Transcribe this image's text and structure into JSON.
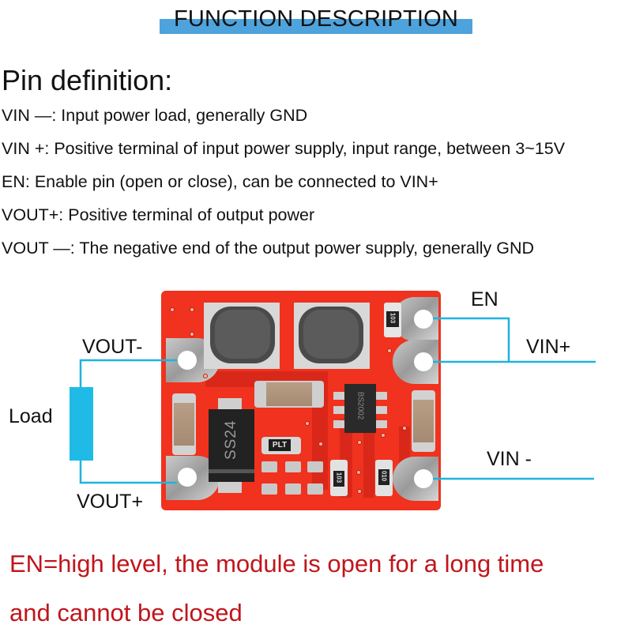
{
  "header": {
    "title": "FUNCTION DESCRIPTION",
    "accent_color": "#4ea3dc"
  },
  "pin_definition": {
    "heading": "Pin definition:",
    "items": [
      "VIN —: Input power load, generally GND",
      "VIN +: Positive terminal of input power supply, input range, between 3~15V",
      "EN: Enable pin (open or close), can be connected to VIN+",
      "VOUT+: Positive terminal of output power",
      "VOUT —: The negative end of the output power supply, generally GND"
    ]
  },
  "diagram": {
    "wire_color": "#1fb3dc",
    "board_color": "#f0321e",
    "labels": {
      "vout_minus": "VOUT-",
      "vout_plus": "VOUT+",
      "load": "Load",
      "en": "EN",
      "vin_plus": "VIN+",
      "vin_minus": "VIN -"
    },
    "component_markings": {
      "diode": "SS24",
      "ic": "BS2002",
      "resistor_plt": "PLT",
      "resistor_top": "103",
      "resistor_bottom_left": "103",
      "resistor_bottom_right": "010"
    }
  },
  "note": {
    "color": "#c0161c",
    "lines": [
      "EN=high level, the module is open for a long time",
      "and cannot be closed"
    ]
  }
}
